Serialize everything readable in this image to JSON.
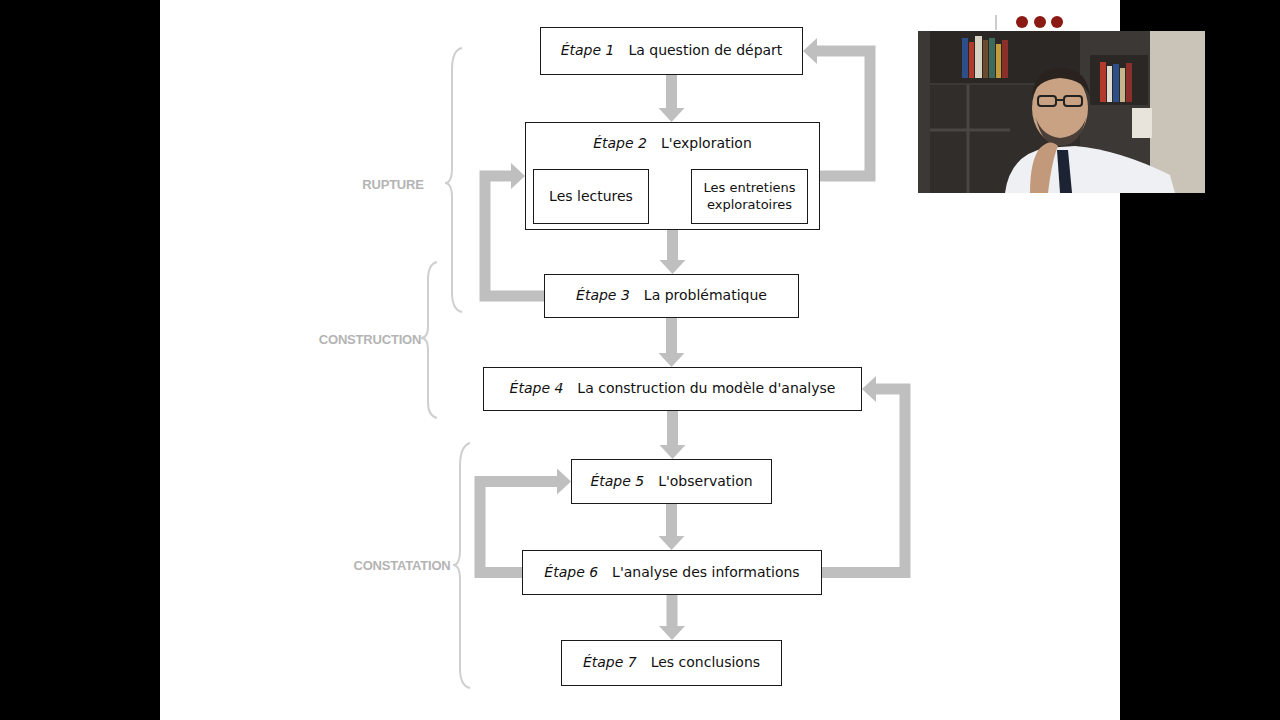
{
  "diagram": {
    "nodes": [
      {
        "text": [
          "Étape 1",
          "La question de départ"
        ]
      },
      {
        "text": [
          "Étape 2",
          "L'exploration"
        ]
      },
      {
        "text": [
          "Les lectures"
        ],
        "in": 1
      },
      {
        "text": [
          "Les entretiens exploratoires"
        ],
        "in": 1
      },
      {
        "text": [
          "Étape 3",
          "La problématique"
        ]
      },
      {
        "text": [
          "Étape 4",
          "La construction du modèle d'analyse"
        ]
      },
      {
        "text": [
          "Étape 5",
          "L'observation"
        ]
      },
      {
        "text": [
          "Étape 6",
          "L'analyse des informations"
        ]
      },
      {
        "text": [
          "Étape 7",
          "Les conclusions"
        ]
      }
    ],
    "edges": [
      {
        "from": 0,
        "to": 1,
        "arrow": "to"
      },
      {
        "from": 1,
        "to": 0,
        "arrow": "to"
      },
      {
        "from": 2,
        "to": 3,
        "arrow": "to"
      },
      {
        "from": 3,
        "to": 2,
        "arrow": "to"
      },
      {
        "from": 1,
        "to": 4,
        "arrow": "to"
      },
      {
        "from": 4,
        "to": 1,
        "arrow": "to"
      },
      {
        "from": 4,
        "to": 5,
        "arrow": "to"
      },
      {
        "from": 5,
        "to": 6,
        "arrow": "to"
      },
      {
        "from": 6,
        "to": 7,
        "arrow": "to"
      },
      {
        "from": 7,
        "to": 6,
        "arrow": "to"
      },
      {
        "from": 7,
        "to": 5,
        "arrow": "to"
      },
      {
        "from": 7,
        "to": 8,
        "arrow": "to"
      }
    ],
    "labels": [
      "RUPTURE",
      "CONSTRUCTION",
      "CONSTATATION"
    ]
  }
}
